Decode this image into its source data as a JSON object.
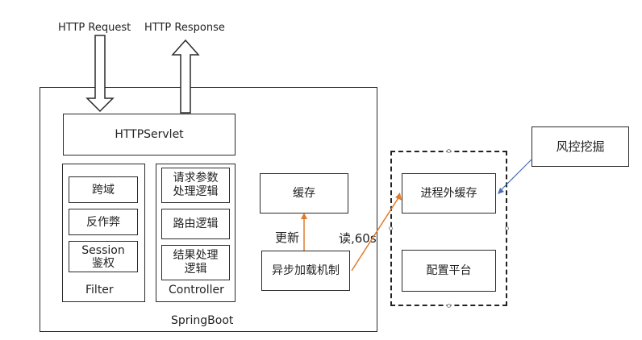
{
  "labels": {
    "http_request": "HTTP Request",
    "http_response": "HTTP Response",
    "http_servlet": "HTTPServlet",
    "springboot": "SpringBoot",
    "filter": "Filter",
    "controller": "Controller"
  },
  "filter_items": [
    "跨域",
    "反作弊",
    "Session\n鉴权"
  ],
  "controller_items": [
    "请求参数\n处理逻辑",
    "路由逻辑",
    "结果处理\n逻辑"
  ],
  "cache": "缓存",
  "async_loader": "异步加载机制",
  "update_label": "更新",
  "read_label": "读,60s",
  "external_cache": "进程外缓存",
  "config_platform": "配置平台",
  "risk_mining": "风控挖掘",
  "colors": {
    "stroke": "#2a2a2a",
    "orange_arrow": "#e07b2a",
    "blue_pointer": "#4a6fb0"
  }
}
